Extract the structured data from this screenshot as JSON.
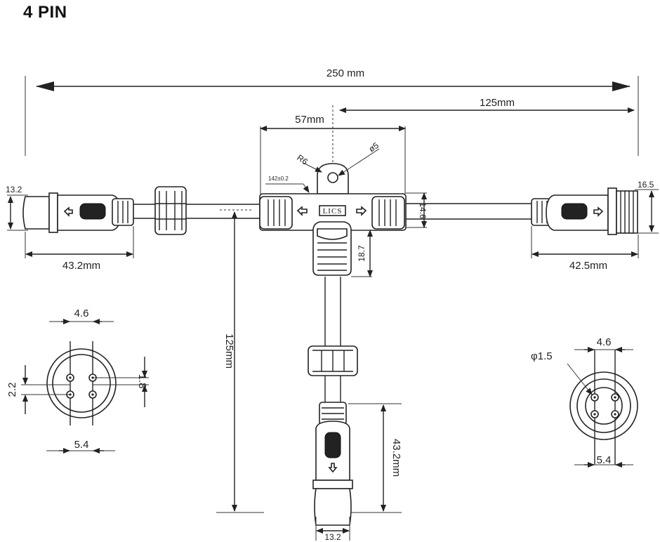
{
  "title": "4 PIN",
  "dimensions": {
    "total_length": "250 mm",
    "half_length": "125mm",
    "tee_width": "57mm",
    "radius": "R6",
    "hole_dia": "ø5",
    "tee_tolerance": "142±0.2",
    "tee_height": "14.6",
    "tee_drop": "18.7",
    "vertical_length": "125mm",
    "left_dia": "13.2",
    "left_length": "43.2mm",
    "right_dia": "16.5",
    "right_length": "42.5mm",
    "bottom_length": "43.2mm",
    "bottom_dia": "13.2"
  },
  "brand": "LICS",
  "female_face": {
    "pitch_top": "4.6",
    "pitch_bottom": "5.4",
    "left_dim": "2.2",
    "right_dim": "1.8"
  },
  "male_face": {
    "pin_dia": "φ1.5",
    "pitch_top": "4.6",
    "pitch_bottom": "5.4"
  }
}
